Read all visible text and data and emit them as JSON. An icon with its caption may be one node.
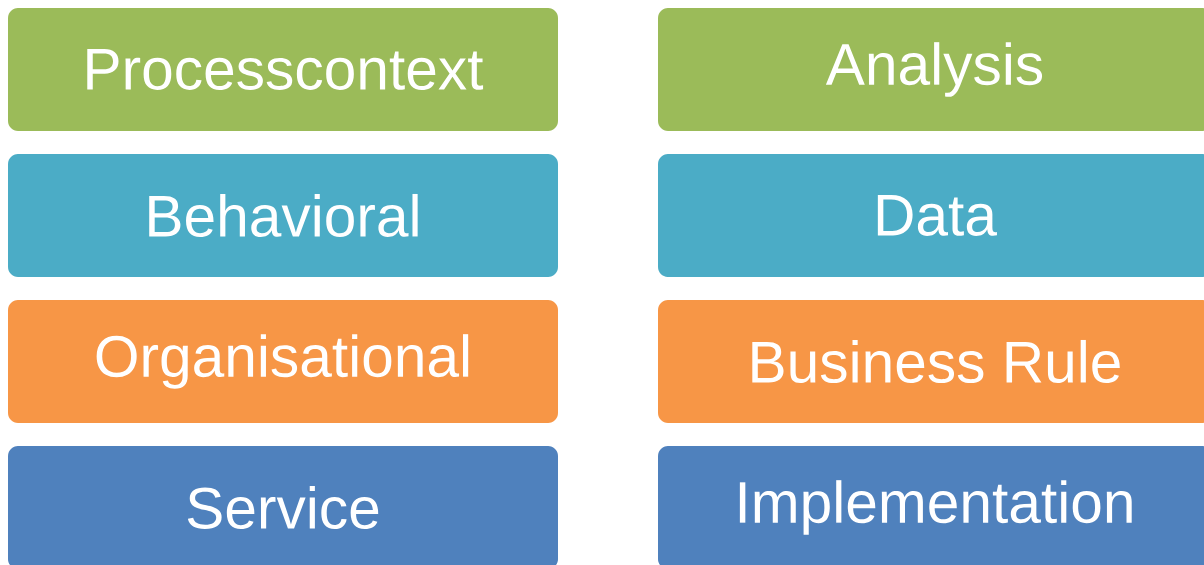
{
  "diagram": {
    "nodes": [
      {
        "text": [
          "Processcontext"
        ]
      },
      {
        "text": [
          "Analysis"
        ]
      },
      {
        "text": [
          "Behavioral"
        ]
      },
      {
        "text": [
          "Data"
        ]
      },
      {
        "text": [
          "Organisational"
        ]
      },
      {
        "text": [
          "Business Rule"
        ]
      },
      {
        "text": [
          "Service"
        ]
      },
      {
        "text": [
          "Implementation"
        ]
      }
    ]
  }
}
